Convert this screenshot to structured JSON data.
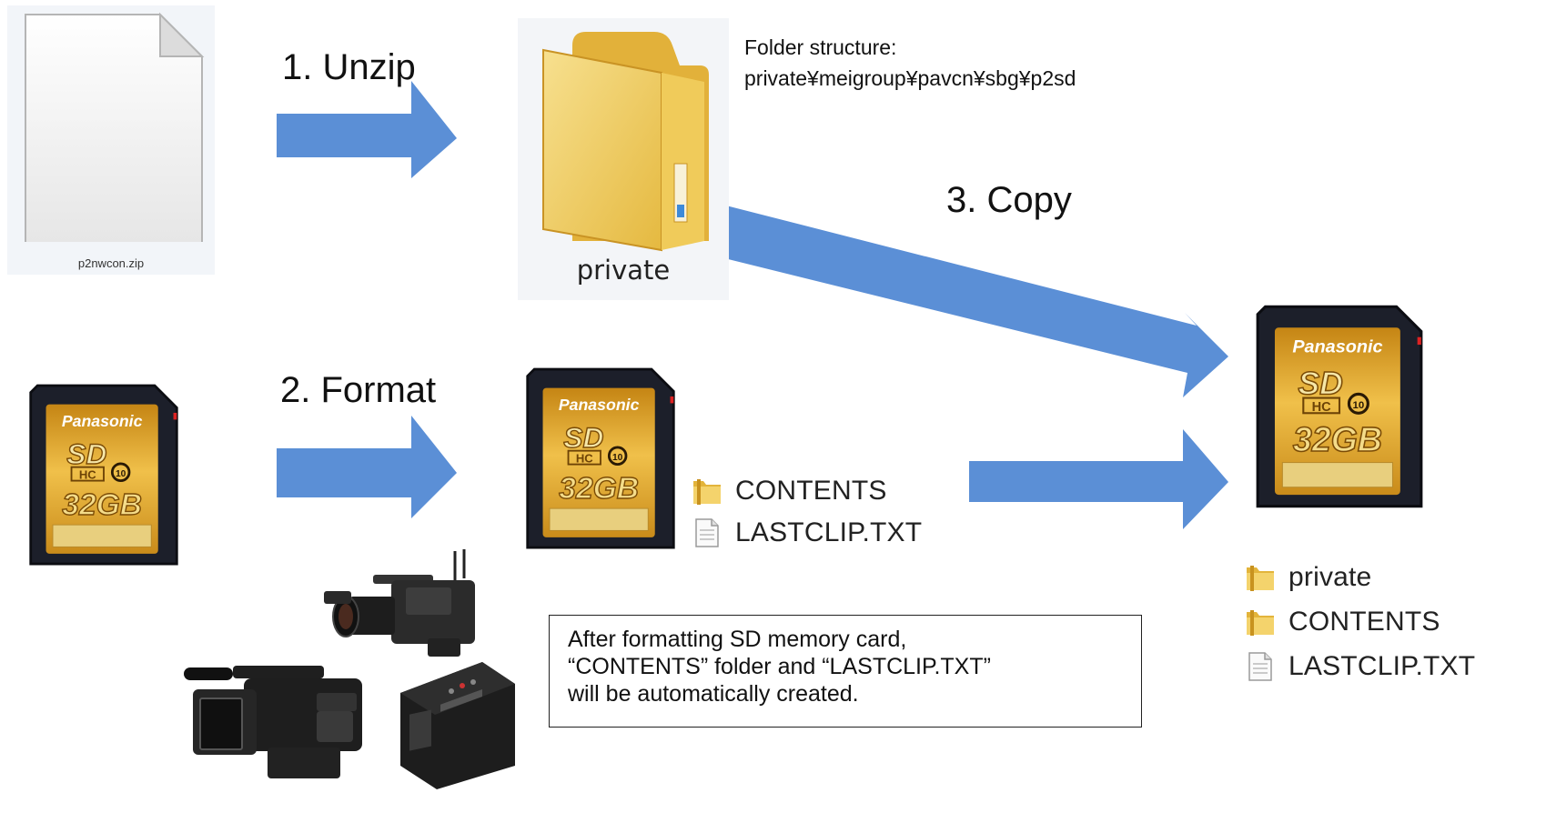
{
  "steps": {
    "unzip": "1. Unzip",
    "format": "2. Format",
    "copy": "3. Copy"
  },
  "zip_file": {
    "name": "p2nwcon.zip"
  },
  "folder": {
    "name": "private",
    "structure_title": "Folder structure:",
    "structure_path": "private¥meigroup¥pavcn¥sbg¥p2sd"
  },
  "sd_card": {
    "brand": "Panasonic",
    "logo_top": "SD",
    "logo_bottom": "HC",
    "class": "10",
    "capacity": "32GB"
  },
  "formatted_files": [
    {
      "name": "CONTENTS",
      "icon": "folder-icon"
    },
    {
      "name": "LASTCLIP.TXT",
      "icon": "text-file-icon"
    }
  ],
  "final_files": [
    {
      "name": "private",
      "icon": "folder-icon"
    },
    {
      "name": "CONTENTS",
      "icon": "folder-icon"
    },
    {
      "name": "LASTCLIP.TXT",
      "icon": "text-file-icon"
    }
  ],
  "note": {
    "line1": "After formatting SD memory card,",
    "line2": "“CONTENTS” folder and “LASTCLIP.TXT”",
    "line3": "will be automatically created."
  },
  "colors": {
    "arrow": "#5b8fd6",
    "card_body": "#1c1f2a",
    "card_gold": "#d9a12a",
    "folder": "#f2cf63"
  }
}
